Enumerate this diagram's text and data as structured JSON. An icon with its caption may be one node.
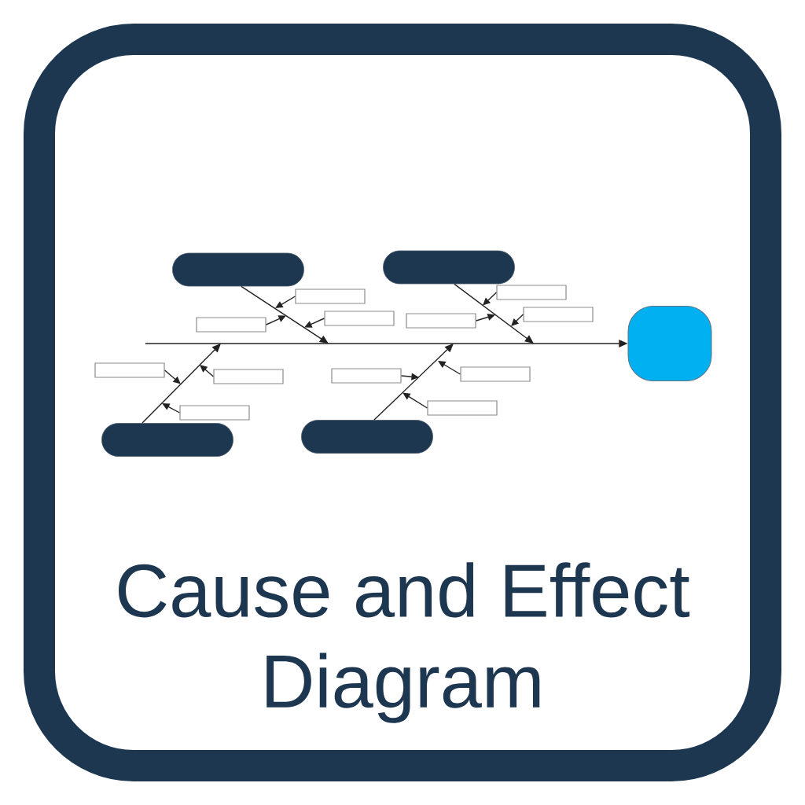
{
  "diagram": {
    "title": "Cause and Effect Diagram",
    "nodes": [
      {
        "text": [],
        "shape": "pill"
      },
      {
        "text": [],
        "shape": "box"
      },
      {
        "text": [],
        "shape": "box"
      },
      {
        "text": [],
        "shape": "box"
      },
      {
        "text": [],
        "shape": "pill"
      },
      {
        "text": [],
        "shape": "box"
      },
      {
        "text": [],
        "shape": "box"
      },
      {
        "text": [],
        "shape": "box"
      },
      {
        "text": [],
        "shape": "square"
      },
      {
        "text": [],
        "shape": "pill"
      },
      {
        "text": [],
        "shape": "box"
      },
      {
        "text": [],
        "shape": "box"
      },
      {
        "text": [],
        "shape": "box"
      },
      {
        "text": [],
        "shape": "pill"
      },
      {
        "text": [],
        "shape": "box"
      },
      {
        "text": [],
        "shape": "box"
      },
      {
        "text": [],
        "shape": "box"
      }
    ],
    "edges": [
      {
        "from": null,
        "to": 8,
        "arrow": "to"
      },
      {
        "from": 0,
        "to": null,
        "arrow": "to"
      },
      {
        "from": 1,
        "to": null,
        "arrow": "to"
      },
      {
        "from": 2,
        "to": null,
        "arrow": "to"
      },
      {
        "from": 3,
        "to": null,
        "arrow": "to"
      },
      {
        "from": 4,
        "to": null,
        "arrow": "to"
      },
      {
        "from": 5,
        "to": null,
        "arrow": "to"
      },
      {
        "from": 6,
        "to": null,
        "arrow": "to"
      },
      {
        "from": 7,
        "to": null,
        "arrow": "to"
      },
      {
        "from": 9,
        "to": null,
        "arrow": "to"
      },
      {
        "from": 10,
        "to": null,
        "arrow": "to"
      },
      {
        "from": 11,
        "to": null,
        "arrow": "to"
      },
      {
        "from": 12,
        "to": null,
        "arrow": "to"
      },
      {
        "from": 13,
        "to": null,
        "arrow": "to"
      },
      {
        "from": 14,
        "to": null,
        "arrow": "to"
      },
      {
        "from": 15,
        "to": null,
        "arrow": "to"
      },
      {
        "from": 16,
        "to": null,
        "arrow": "to"
      }
    ]
  }
}
